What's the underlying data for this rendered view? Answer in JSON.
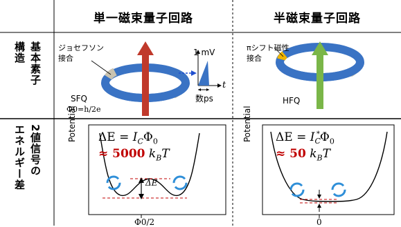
{
  "headers": {
    "col1": "単一磁束量子回路",
    "col2": "半磁束量子回路"
  },
  "rows": {
    "row1_label": [
      "基本素子",
      "構造"
    ],
    "row2_label": [
      "2値信号の",
      "エネルギー差"
    ]
  },
  "sfq": {
    "junction_label": "ジョセフソン\n接合",
    "sfq_label": "SFQ",
    "flux_quantum": "Φ0=h/2e",
    "pulse_voltage": "1 mV",
    "time_axis": "t",
    "pulse_width": "数ps"
  },
  "hfq": {
    "junction_label": "πシフト磁性\n接合",
    "hfq_label": "HFQ"
  },
  "energy_sfq": {
    "equation_line1": "ΔE = I_C Φ0",
    "approx": "≈ 5000 k_B T",
    "ylabel": "Potential",
    "delta_label": "ΔE",
    "x_tick": "Φ0/2"
  },
  "energy_hfq": {
    "equation_line1": "ΔE = I_C* Φ0",
    "approx": "≈ 50 k_B T",
    "ylabel": "Potential",
    "x_tick": "0"
  },
  "colors": {
    "ring_blue": "#3a73c4",
    "ring_light": "#c9c3b0",
    "sfq_arrow": "#c0392b",
    "hfq_arrow": "#7ab648",
    "hfq_junction": "#f0b400",
    "pulse_blue": "#3a73c4",
    "red_text": "#c00000",
    "dashed_red": "#c00000",
    "swirl": "#2f8fd8"
  }
}
